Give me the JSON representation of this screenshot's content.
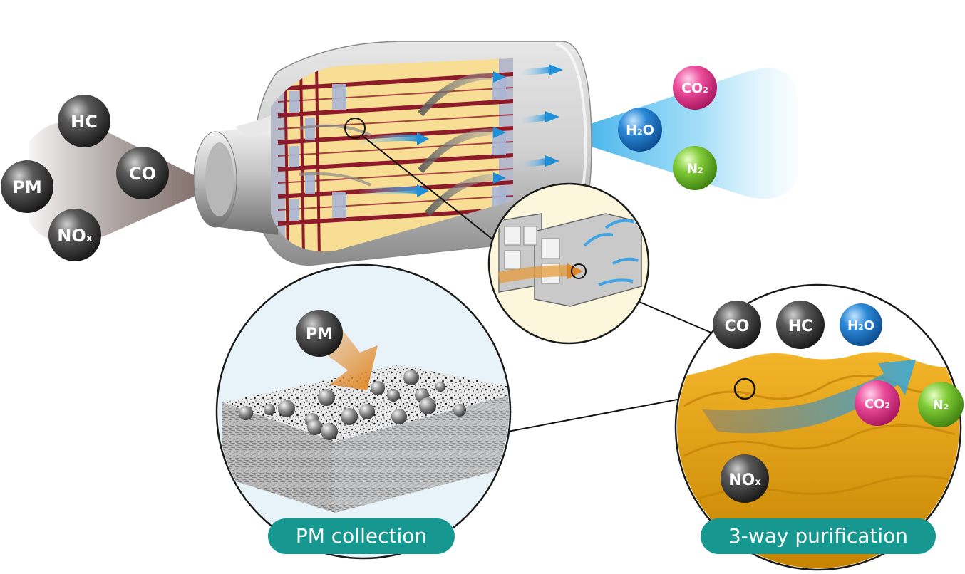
{
  "inlet_molecules": {
    "hc": {
      "text": "HC"
    },
    "co": {
      "text": "CO"
    },
    "pm": {
      "text": "PM"
    },
    "nox": {
      "base": "NO",
      "sub": "x"
    }
  },
  "outlet_molecules": {
    "co2": {
      "base": "CO",
      "sub": "2"
    },
    "h2o": {
      "pre": "H",
      "sub": "2",
      "post": "O"
    },
    "n2": {
      "base": "N",
      "sub": "2"
    }
  },
  "pm_circle": {
    "molecule": {
      "text": "PM"
    },
    "label": "PM collection"
  },
  "purification_circle": {
    "co": {
      "text": "CO"
    },
    "hc": {
      "text": "HC"
    },
    "h2o": {
      "pre": "H",
      "sub": "2",
      "post": "O"
    },
    "co2": {
      "base": "CO",
      "sub": "2"
    },
    "n2": {
      "base": "N",
      "sub": "2"
    },
    "nox": {
      "base": "NO",
      "sub": "x"
    },
    "label": "3-way purification"
  },
  "colors": {
    "molecule_dark": "#3a3a3a",
    "co2_pink": "#e0308a",
    "h2o_blue": "#1670c0",
    "n2_green": "#6cb82a",
    "label_teal": "#16978f",
    "cell_yellow": "#f7d98a",
    "cell_red": "#8e1b2a",
    "gold_surface": "#e8a400",
    "exhaust_blue": "#5fc2ee"
  }
}
